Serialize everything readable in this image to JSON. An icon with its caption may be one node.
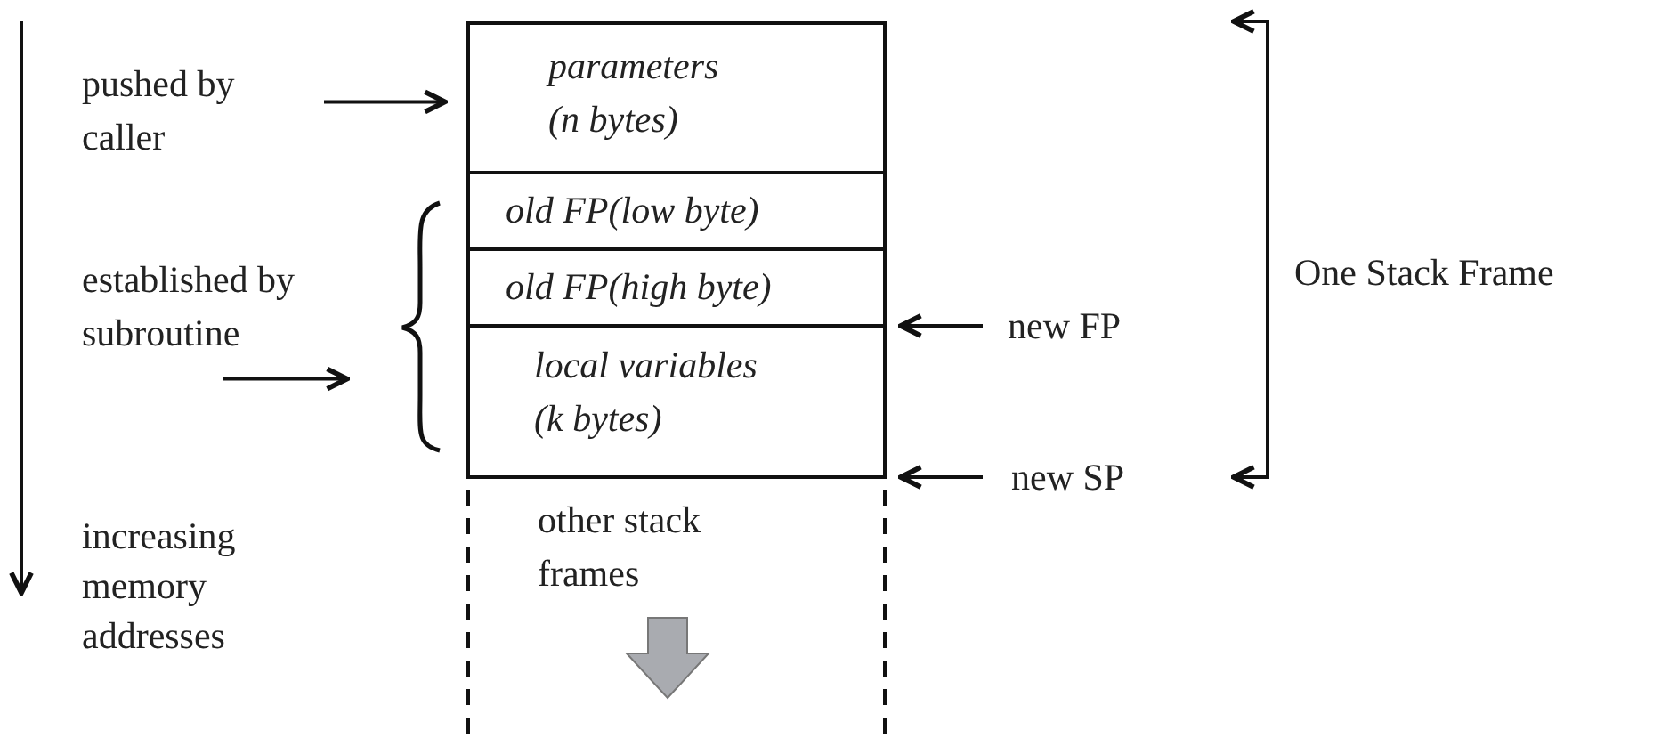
{
  "diagram": {
    "nodes": [
      {
        "text": [
          "parameters (n bytes)"
        ]
      },
      {
        "text": [
          "old FP(low byte)"
        ]
      },
      {
        "text": [
          "old FP(high byte)"
        ]
      },
      {
        "text": [
          "local variables (k bytes)"
        ]
      },
      {
        "text": [
          "other stack frames"
        ]
      },
      {
        "text": [
          "pushed by caller"
        ]
      },
      {
        "text": [
          "established by subroutine"
        ]
      },
      {
        "text": [
          "new FP"
        ]
      },
      {
        "text": [
          "new SP"
        ]
      }
    ],
    "edges": [
      {
        "from": 5,
        "to": 0,
        "arrow": "to"
      },
      {
        "from": 6,
        "to": null,
        "arrow": "to"
      },
      {
        "from": 7,
        "to": 3,
        "arrow": "to"
      },
      {
        "from": 8,
        "to": 3,
        "arrow": "to"
      }
    ],
    "labels": [
      "One Stack Frame",
      "increasing memory addresses"
    ]
  }
}
